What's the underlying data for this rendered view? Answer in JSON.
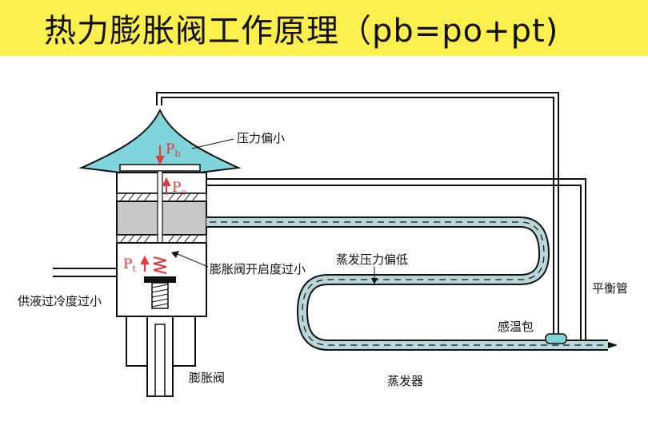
{
  "title": "热力膨胀阀工作原理（pb=po+pt)",
  "labels": {
    "pb_main": "P",
    "pb_sub": "b",
    "po_main": "P",
    "po_sub": "o",
    "pt_main": "P",
    "pt_sub": "t",
    "pressure_low": "压力偏小",
    "valve_opening_small": "膨胀阀开启度过小",
    "evap_pressure_low": "蒸发压力偏低",
    "supply_subcool_small": "供液过冷度过小",
    "balance_pipe": "平衡管",
    "sensing_bulb": "感温包",
    "expansion_valve": "膨胀阀",
    "evaporator": "蒸发器"
  },
  "colors": {
    "title_bg": "#fbef4d",
    "diaphragm_fill": "#7fd3da",
    "body_fill": "#c6c8ca",
    "pipe_stroke": "#111111",
    "pipe_fill": "#b9d6d8",
    "pressure_red": "#e03a3a"
  }
}
